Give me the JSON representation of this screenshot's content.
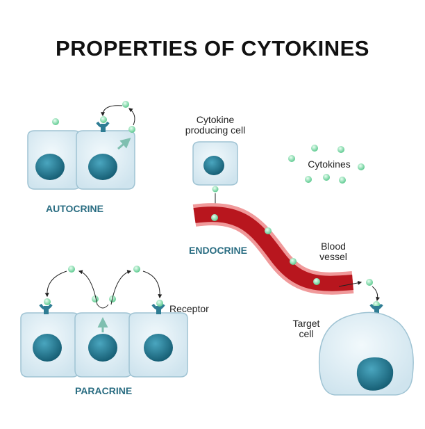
{
  "title": "PROPERTIES OF CYTOKINES",
  "sections": {
    "autocrine": "AUTOCRINE",
    "paracrine": "PARACRINE",
    "endocrine": "ENDOCRINE"
  },
  "labels": {
    "cytokine_producing_cell_line1": "Cytokine",
    "cytokine_producing_cell_line2": "producing cell",
    "cytokines": "Cytokines",
    "blood_vessel_line1": "Blood",
    "blood_vessel_line2": "vessel",
    "receptor": "Receptor",
    "target_cell_line1": "Target",
    "target_cell_line2": "cell"
  },
  "colors": {
    "cell_fill": "#dcedf4",
    "cell_stroke": "#9fc3d3",
    "nucleus": "#1c6e86",
    "receptor": "#2f7d94",
    "cytokine": "#7fd8a6",
    "vessel_outer": "#f0999a",
    "vessel_inner": "#b8161e",
    "arrow": "#222222"
  }
}
